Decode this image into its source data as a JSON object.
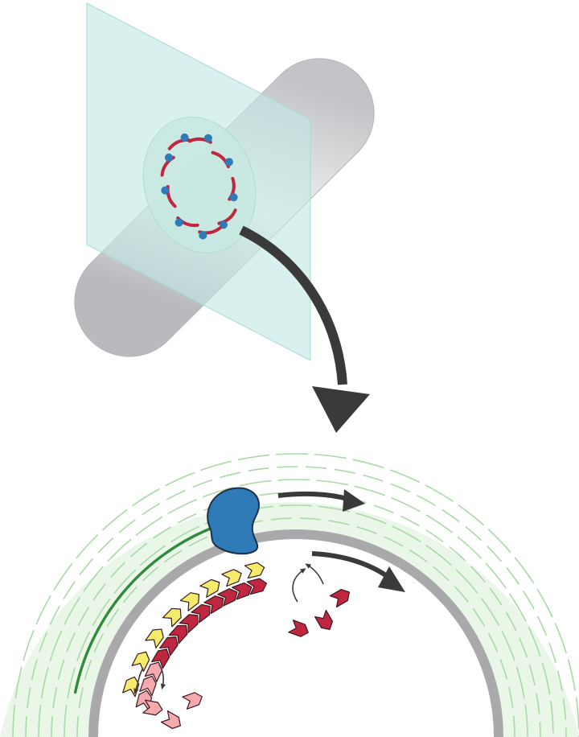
{
  "figure": {
    "colors": {
      "cell_body": "#d4d5d7",
      "cell_highlight": "#f2f2f3",
      "plane_fill": "#bfe8e2",
      "filament": "#c0263f",
      "protein": "#2e7bb7",
      "wall_layer": "#eaf6e8",
      "wall_stroke": "#a9d9a6",
      "new_strand": "#2e8b3a",
      "membrane": "#a9a9ab",
      "arrow": "#3a3a3a",
      "subunit_yellow": "#f4ec6a",
      "subunit_dark": "#c0263f",
      "subunit_pink": "#f4a9ad"
    },
    "icons": {
      "rod_cell": "rod-shaped-bacterium",
      "section_plane": "cross-section-plane",
      "zoom_arrow": "curved-arrow",
      "motion_arrow": "straight-arrow",
      "enzyme": "blue-protein-blob",
      "subunit": "chevron-subunit"
    }
  }
}
